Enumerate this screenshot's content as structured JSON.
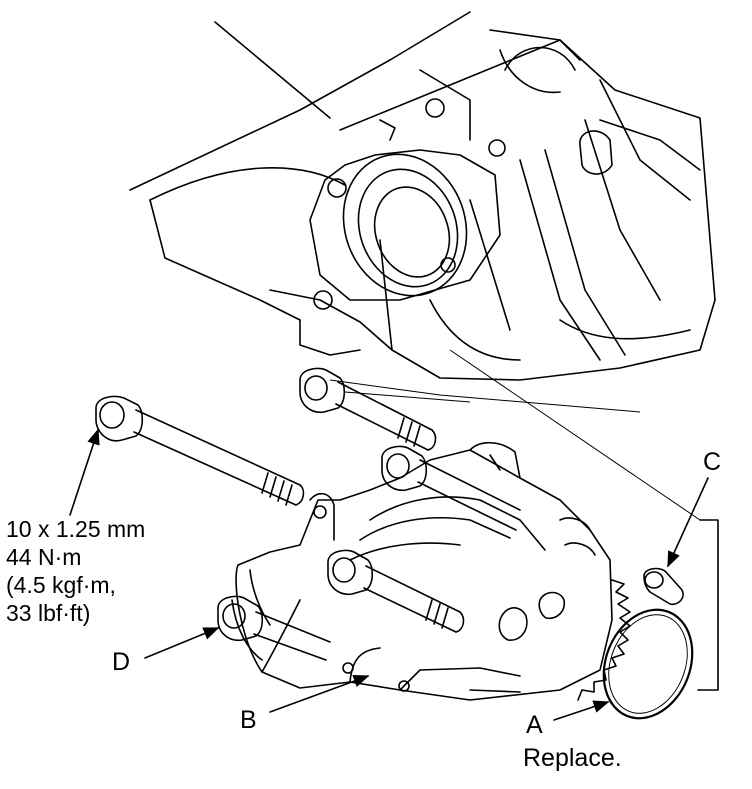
{
  "callouts": {
    "a": "A",
    "b": "B",
    "c": "C",
    "d": "D"
  },
  "notes": {
    "replace": "Replace."
  },
  "torque_spec": {
    "line1": "10 x 1.25 mm",
    "line2": "44 N·m",
    "line3": "(4.5 kgf·m,",
    "line4": "33 lbf·ft)"
  }
}
